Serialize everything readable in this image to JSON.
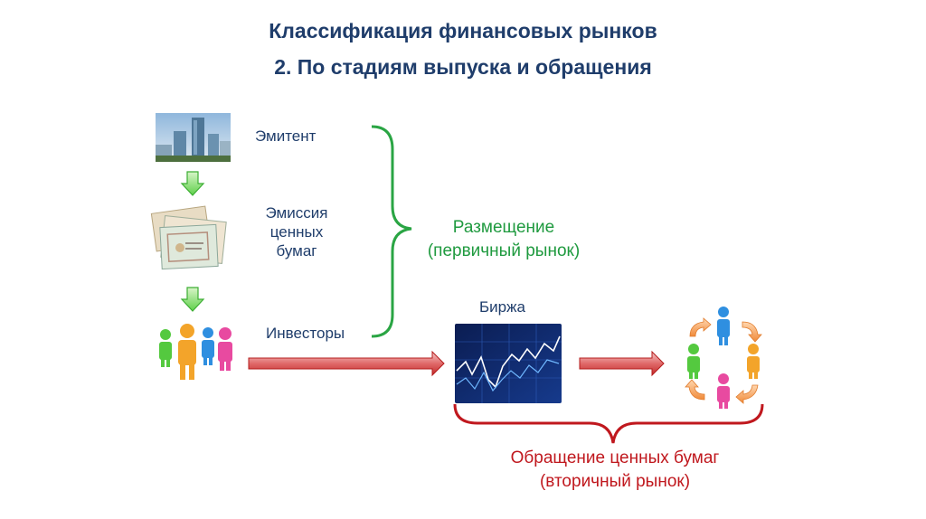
{
  "title": {
    "line1": "Классификация финансовых рынков",
    "line2": "2. По стадиям выпуска и обращения"
  },
  "nodes": {
    "issuer": "Эмитент",
    "emission_line1": "Эмиссия",
    "emission_line2": "ценных",
    "emission_line3": "бумаг",
    "investors": "Инвесторы",
    "exchange": "Биржа"
  },
  "primary": {
    "line1": "Размещение",
    "line2": "(первичный рынок)"
  },
  "secondary": {
    "line1": "Обращение ценных бумаг",
    "line2": "(вторичный рынок)"
  },
  "colors": {
    "title": "#1f3d6b",
    "primary": "#1f9a3f",
    "secondary": "#c0181e"
  }
}
